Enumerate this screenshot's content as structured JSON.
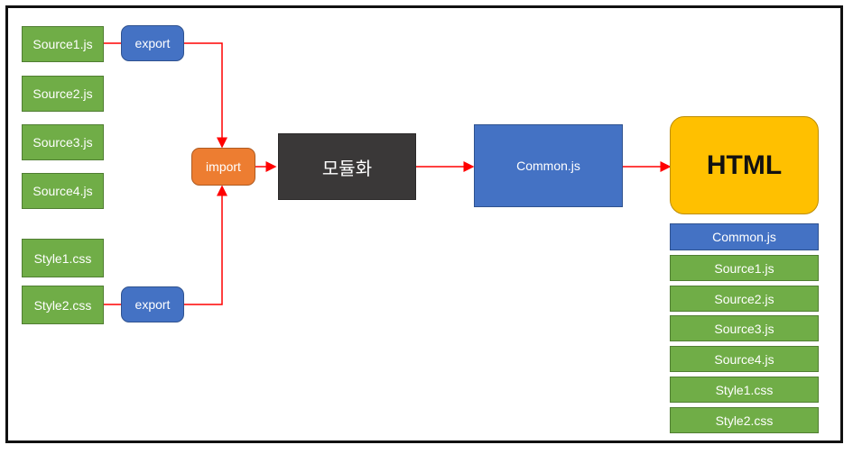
{
  "colors": {
    "source_green": "#70ad47",
    "export_blue": "#4472c4",
    "import_orange": "#ed7d31",
    "module_dark": "#3a3838",
    "html_gold": "#ffc000",
    "arrow_red": "#ff0000"
  },
  "sources": [
    "Source1.js",
    "Source2.js",
    "Source3.js",
    "Source4.js"
  ],
  "styles": [
    "Style1.css",
    "Style2.css"
  ],
  "export_top": "export",
  "export_bottom": "export",
  "import_label": "import",
  "bundling_label": "모듈화",
  "common_label": "Common.js",
  "html_label": "HTML",
  "html_list": [
    "Common.js",
    "Source1.js",
    "Source2.js",
    "Source3.js",
    "Source4.js",
    "Style1.css",
    "Style2.css"
  ]
}
